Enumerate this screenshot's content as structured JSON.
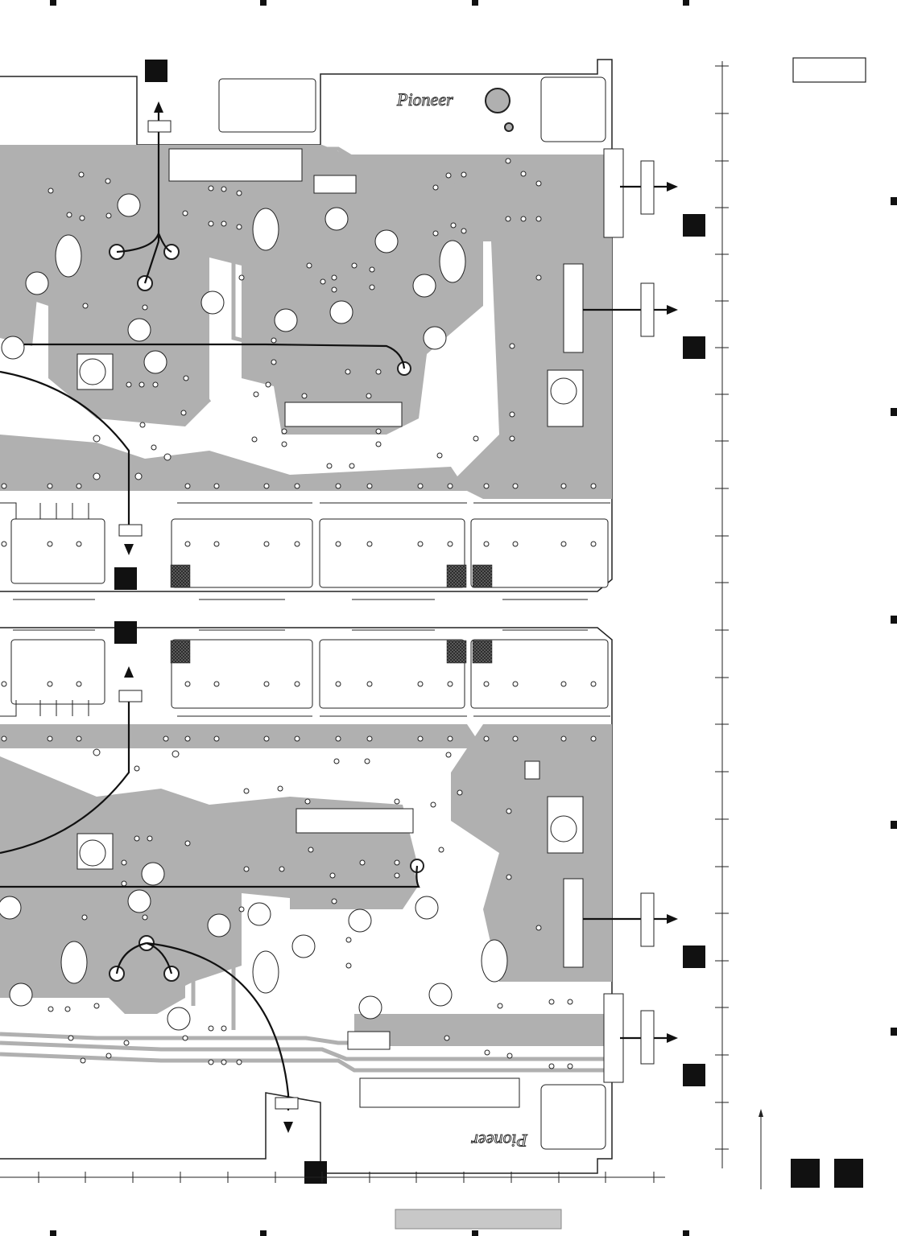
{
  "page": {
    "brand_logo_top": "Pioneer",
    "brand_logo_bottom": "Pioneer",
    "top_right_label_box": "",
    "bottom_footer_bar": ""
  },
  "colors": {
    "copper": "#b0b0b0",
    "board_outline": "#222222",
    "trace_dark": "#111111",
    "marker_block": "#111111",
    "footer_bar": "#c8c8c8"
  },
  "icons": {
    "pcb_layout": "circuit-board-diagram",
    "connector_arrow": "arrow-right-icon",
    "up_arrow": "arrow-up-icon",
    "down_arrow": "arrow-down-icon"
  }
}
